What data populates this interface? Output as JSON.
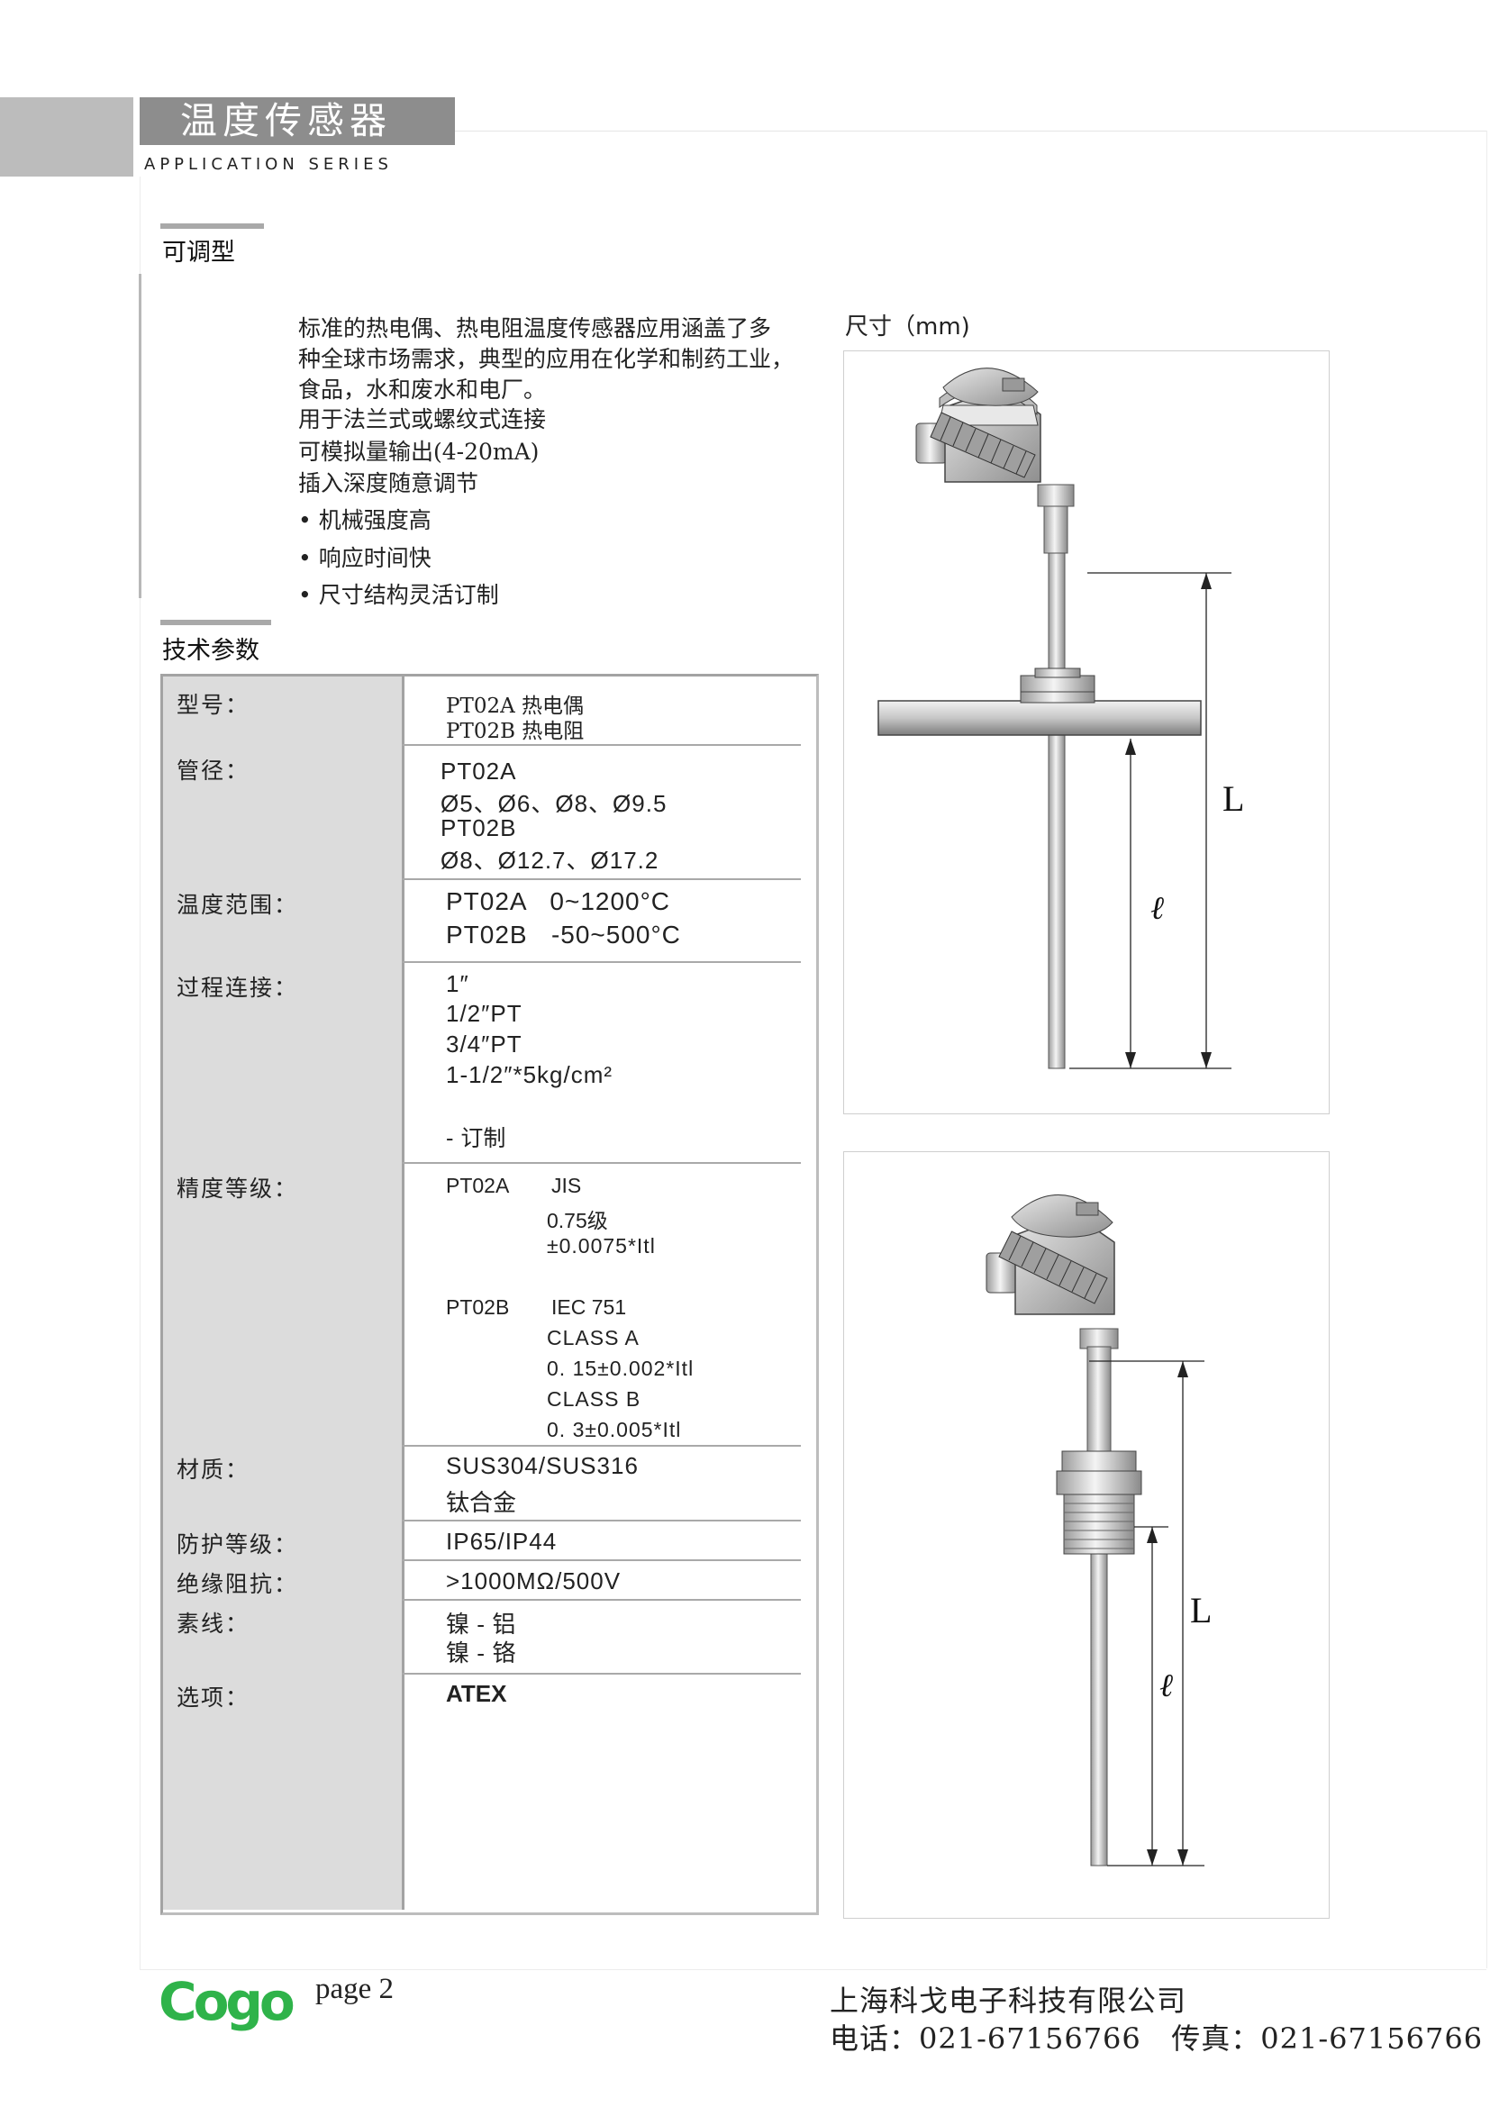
{
  "header": {
    "title": "温度传感器",
    "series": "APPLICATION SERIES"
  },
  "section_product": {
    "title": "可调型"
  },
  "description": {
    "lines": [
      "标准的热电偶、热电阻温度传感器应用涵盖了多",
      "种全球市场需求，典型的应用在化学和制药工业，",
      "食品，水和废水和电厂。",
      "用于法兰式或螺纹式连接",
      "可模拟量输出(4-20mA)",
      "插入深度随意调节"
    ],
    "bullets": [
      "• 机械强度高",
      "• 响应时间快",
      "• 尺寸结构灵活订制"
    ]
  },
  "section_specs": {
    "title": "技术参数"
  },
  "specs": {
    "model": {
      "label": "型号：",
      "lines": [
        "PT02A  热电偶",
        "PT02B  热电阻"
      ]
    },
    "tube": {
      "label": "管径：",
      "lines": [
        "PT02A",
        "Ø5、Ø6、Ø8、Ø9.5",
        "PT02B",
        "Ø8、Ø12.7、Ø17.2"
      ]
    },
    "temp": {
      "label": "温度范围：",
      "lines": [
        "PT02A   0~1200°C",
        "PT02B   -50~500°C"
      ]
    },
    "connection": {
      "label": "过程连接：",
      "lines": [
        "1″",
        "1/2″PT",
        "3/4″PT",
        "1-1/2″*5kg/cm²",
        "- 订制"
      ]
    },
    "accuracy": {
      "label": "精度等级：",
      "a_model": "PT02A",
      "a_std": "JIS",
      "a_class": "0.75级",
      "a_formula": "±0.0075*Itl",
      "b_model": "PT02B",
      "b_std": "IEC 751",
      "b_classA": "CLASS A",
      "b_formulaA": "0. 15±0.002*Itl",
      "b_classB": "CLASS B",
      "b_formulaB": "0. 3±0.005*Itl"
    },
    "material": {
      "label": "材质：",
      "lines": [
        "SUS304/SUS316",
        "钛合金"
      ]
    },
    "protection": {
      "label": "防护等级：",
      "value": "IP65/IP44"
    },
    "insulation": {
      "label": "绝缘阻抗：",
      "value": ">1000MΩ/500V"
    },
    "wire": {
      "label": "素线：",
      "lines": [
        "镍 - 铝",
        "镍 - 铬"
      ]
    },
    "option": {
      "label": "选项：",
      "value": "ATEX"
    }
  },
  "drawing": {
    "title": "尺寸（mm)",
    "dim_L": "L",
    "dim_l": "ℓ"
  },
  "footer": {
    "logo": "Cogo",
    "page": "page 2",
    "company": "上海科戈电子科技有限公司",
    "contact": "电话：021-67156766   传真：021-67156766"
  },
  "colors": {
    "header_gray": "#8d8d8d",
    "logo_green": "#2fb34a",
    "table_label_bg": "#dcdcdc"
  }
}
